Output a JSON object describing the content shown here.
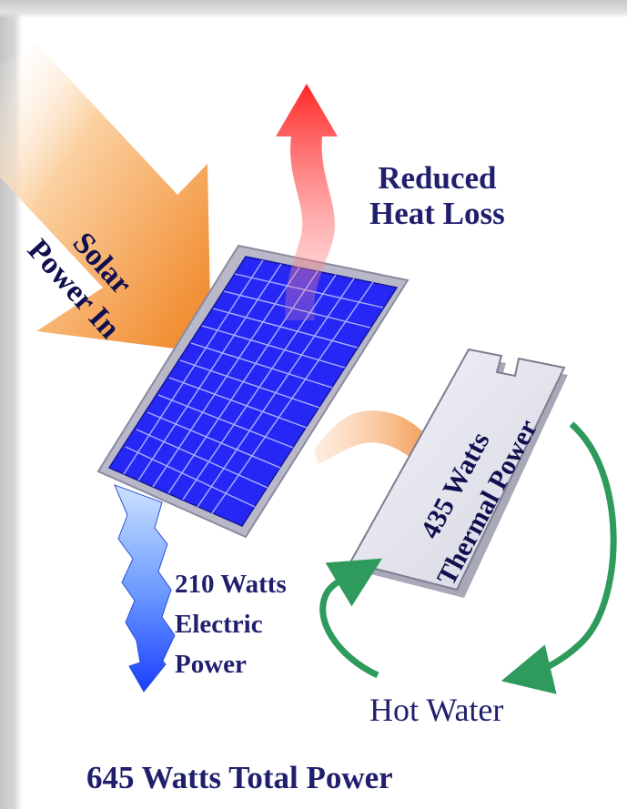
{
  "labels": {
    "solar_line1": "Solar",
    "solar_line2": "Power In",
    "heat_line1": "Reduced",
    "heat_line2": "Heat Loss",
    "thermal_line1": "435 Watts",
    "thermal_line2": "Thermal Power",
    "electric_line1": "210 Watts",
    "electric_line2": "Electric",
    "electric_line3": "Power",
    "hot_water": "Hot Water",
    "total": "645 Watts Total Power"
  },
  "colors": {
    "text": "#1f1f6e",
    "solar_arrow": "#f28c28",
    "heat_arrow": "#ff1a1a",
    "panel_cell": "#1a1aff",
    "panel_frame": "#c9c9d6",
    "electric_arrow": "#3366ff",
    "water_loop": "#2e9a5c",
    "thermal_plate": "#e4e4ee"
  }
}
